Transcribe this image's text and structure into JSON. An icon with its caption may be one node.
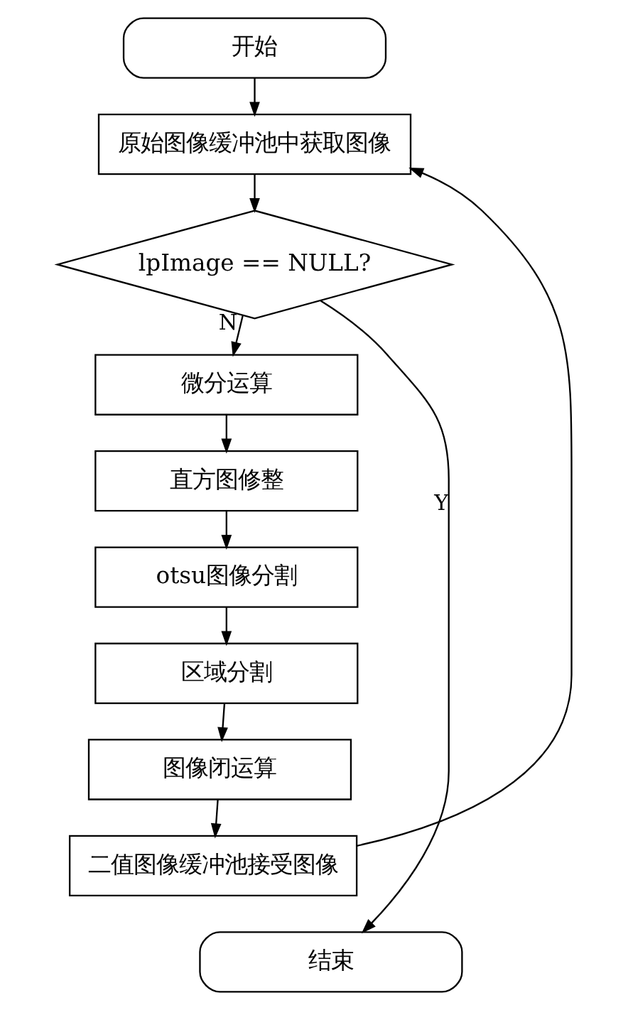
{
  "diagram": {
    "nodes": [
      {
        "text": [
          "开始"
        ]
      },
      {
        "text": [
          "原始图像缓冲池中获取图像"
        ]
      },
      {
        "text": [
          "lpImage == NULL?"
        ]
      },
      {
        "text": [
          "微分运算"
        ]
      },
      {
        "text": [
          "直方图修整"
        ]
      },
      {
        "text": [
          "otsu图像分割"
        ]
      },
      {
        "text": [
          "区域分割"
        ]
      },
      {
        "text": [
          "图像闭运算"
        ]
      },
      {
        "text": [
          "二值图像缓冲池接受图像"
        ]
      },
      {
        "text": [
          "结束"
        ]
      }
    ],
    "edges": [
      {
        "from": 0,
        "to": 1,
        "arrow": "to"
      },
      {
        "from": 1,
        "to": 2,
        "arrow": "to"
      },
      {
        "from": 2,
        "to": 3,
        "arrow": "to",
        "label": "N"
      },
      {
        "from": 3,
        "to": 4,
        "arrow": "to"
      },
      {
        "from": 4,
        "to": 5,
        "arrow": "to"
      },
      {
        "from": 5,
        "to": 6,
        "arrow": "to"
      },
      {
        "from": 6,
        "to": 7,
        "arrow": "to"
      },
      {
        "from": 7,
        "to": 8,
        "arrow": "to"
      },
      {
        "from": 8,
        "to": 1,
        "arrow": "to"
      },
      {
        "from": 2,
        "to": 9,
        "arrow": "to",
        "label": "Y"
      }
    ]
  }
}
